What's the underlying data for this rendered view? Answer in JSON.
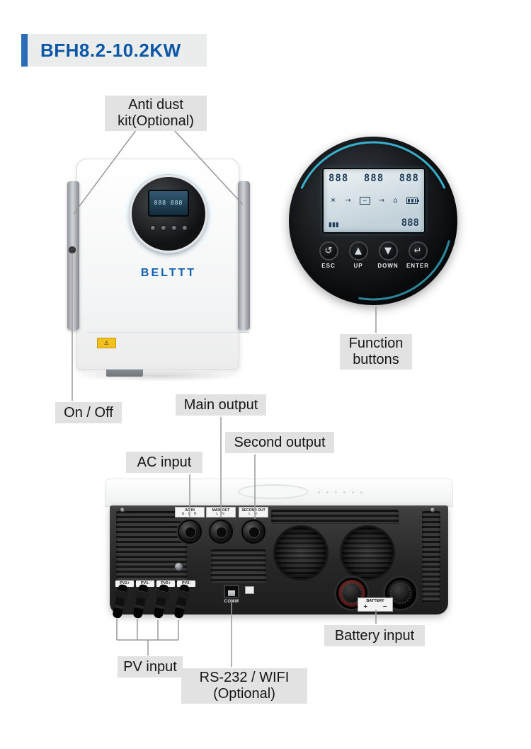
{
  "page": {
    "title": "BFH8.2-10.2KW"
  },
  "callouts": {
    "anti_dust": {
      "line1": "Anti dust",
      "line2": "kit(Optional)"
    },
    "on_off": "On / Off",
    "main_output": "Main output",
    "second_output": "Second output",
    "ac_input": "AC input",
    "function_buttons": {
      "line1": "Function",
      "line2": "buttons"
    },
    "battery_input": "Battery input",
    "pv_input": "PV input",
    "rs232": {
      "line1": "RS-232 / WIFI",
      "line2": "(Optional)"
    }
  },
  "front_view": {
    "brand": "BELTTT",
    "screen_segments": "888 888",
    "warning_icon": "⚠"
  },
  "control_panel": {
    "lcd": {
      "seg_left": "888",
      "seg_mid": "888",
      "seg_right": "888",
      "seg_bottom": "888",
      "sun_icon": "☀",
      "arrow_icon": "→",
      "house_icon": "⌂",
      "wave_icon": "~",
      "battery_bars": "▮▮▮"
    },
    "buttons": [
      {
        "icon": "↺",
        "label": "ESC"
      },
      {
        "icon": "▲",
        "label": "UP"
      },
      {
        "icon": "▼",
        "label": "DOWN"
      },
      {
        "icon": "↵",
        "label": "ENTER"
      }
    ]
  },
  "bottom_view": {
    "ports": [
      {
        "name": "AC IN",
        "terminals": "G L N"
      },
      {
        "name": "MAIN OUT",
        "terminals": "L N"
      },
      {
        "name": "SECOND OUT",
        "terminals": "L N"
      }
    ],
    "pv_terminals": [
      "PV1+",
      "PV1-",
      "PV2+",
      "PV2-"
    ],
    "comm_label": "COMM",
    "battery": {
      "label": "BATTERY",
      "plus": "+",
      "minus": "−"
    }
  },
  "colors": {
    "title_blue": "#0a57a8",
    "accent_cyan": "#3ec9ea",
    "label_bg": "#e2e2e2",
    "panel_dark": "#262626"
  }
}
